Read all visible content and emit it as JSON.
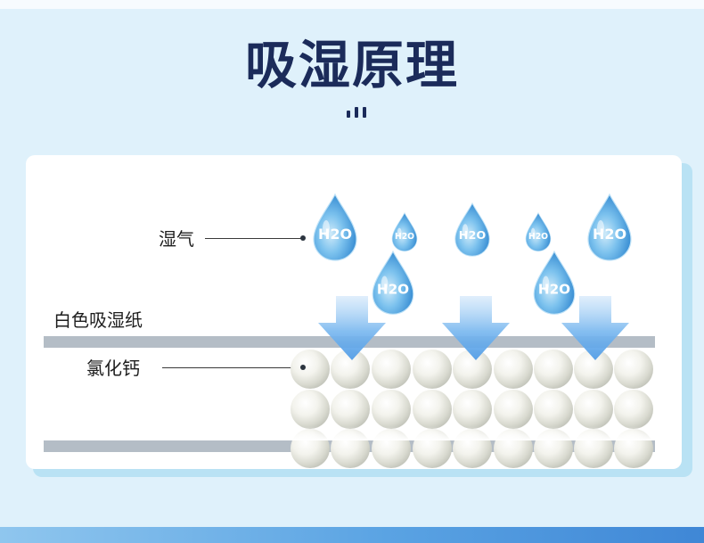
{
  "title": "吸湿原理",
  "labels": {
    "moisture": "湿气",
    "paper": "白色吸湿纸",
    "calcium": "氯化钙"
  },
  "drop_text": "H2O",
  "colors": {
    "title": "#1b2b5a",
    "background": "#dff1fb",
    "card": "#ffffff",
    "paper_bar": "#b4bdc6",
    "arrow": "#5aa6ea",
    "drop": "#4fa6e0"
  },
  "icons": [
    "water-drop-icon",
    "down-arrow-icon",
    "calcium-chloride-ball-icon"
  ]
}
